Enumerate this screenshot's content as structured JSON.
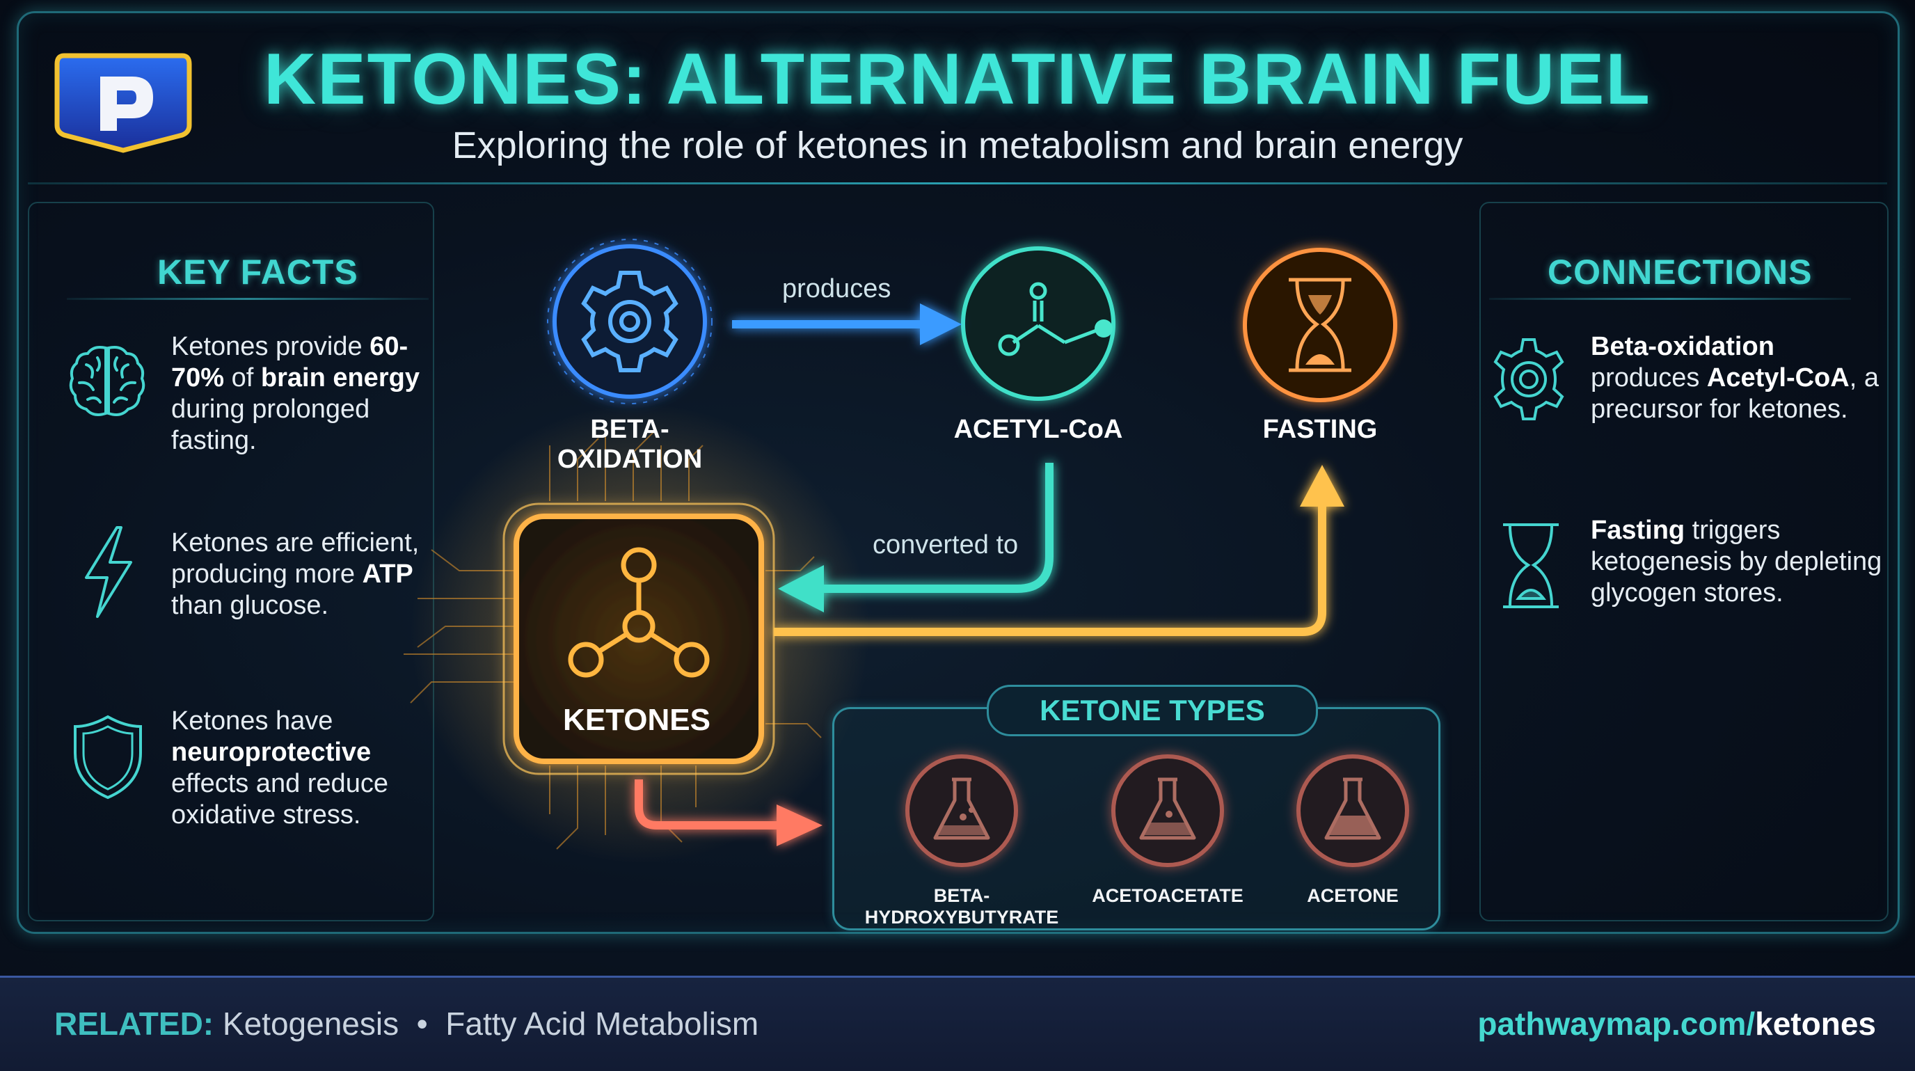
{
  "header": {
    "title": "KETONES: ALTERNATIVE BRAIN FUEL",
    "subtitle": "Exploring the role of ketones in metabolism and brain energy"
  },
  "key_facts": {
    "title": "KEY FACTS",
    "items": [
      {
        "icon": "brain-icon",
        "parts": [
          "Ketones provide ",
          "60-70%",
          " of ",
          "brain energy",
          " during prolonged fasting."
        ]
      },
      {
        "icon": "lightning-icon",
        "parts": [
          "Ketones are efficient, producing more ",
          "ATP",
          " than glucose."
        ]
      },
      {
        "icon": "shield-icon",
        "parts": [
          "Ketones have ",
          "neuroprotective",
          " effects and reduce oxidative stress."
        ]
      }
    ]
  },
  "diagram": {
    "nodes": {
      "beta_oxidation": "BETA-OXIDATION",
      "acetyl_coa": "ACETYL-CoA",
      "fasting": "FASTING",
      "ketones": "KETONES"
    },
    "edges": {
      "produces": "produces",
      "converted_to": "converted to"
    },
    "ketone_types": {
      "title": "KETONE TYPES",
      "items": [
        "BETA-HYDROXYBUTYRATE",
        "ACETOACETATE",
        "ACETONE"
      ]
    }
  },
  "connections": {
    "title": "CONNECTIONS",
    "items": [
      {
        "icon": "gear-icon",
        "parts": [
          "Beta-oxidation",
          " produces ",
          "Acetyl-CoA",
          ", a precursor for ketones."
        ]
      },
      {
        "icon": "hourglass-icon",
        "parts": [
          "Fasting",
          " triggers ketogenesis by depleting glycogen stores."
        ]
      }
    ]
  },
  "footer": {
    "related_label": "RELATED:",
    "related_items": "Ketogenesis  •  Fatty Acid Metabolism",
    "url_domain": "pathwaymap.com/",
    "url_path": "ketones"
  },
  "colors": {
    "teal": "#3fe6d8",
    "blue": "#3aa0ff",
    "orange": "#ff9b45",
    "gold": "#ffc650",
    "coral": "#ff7a63"
  }
}
